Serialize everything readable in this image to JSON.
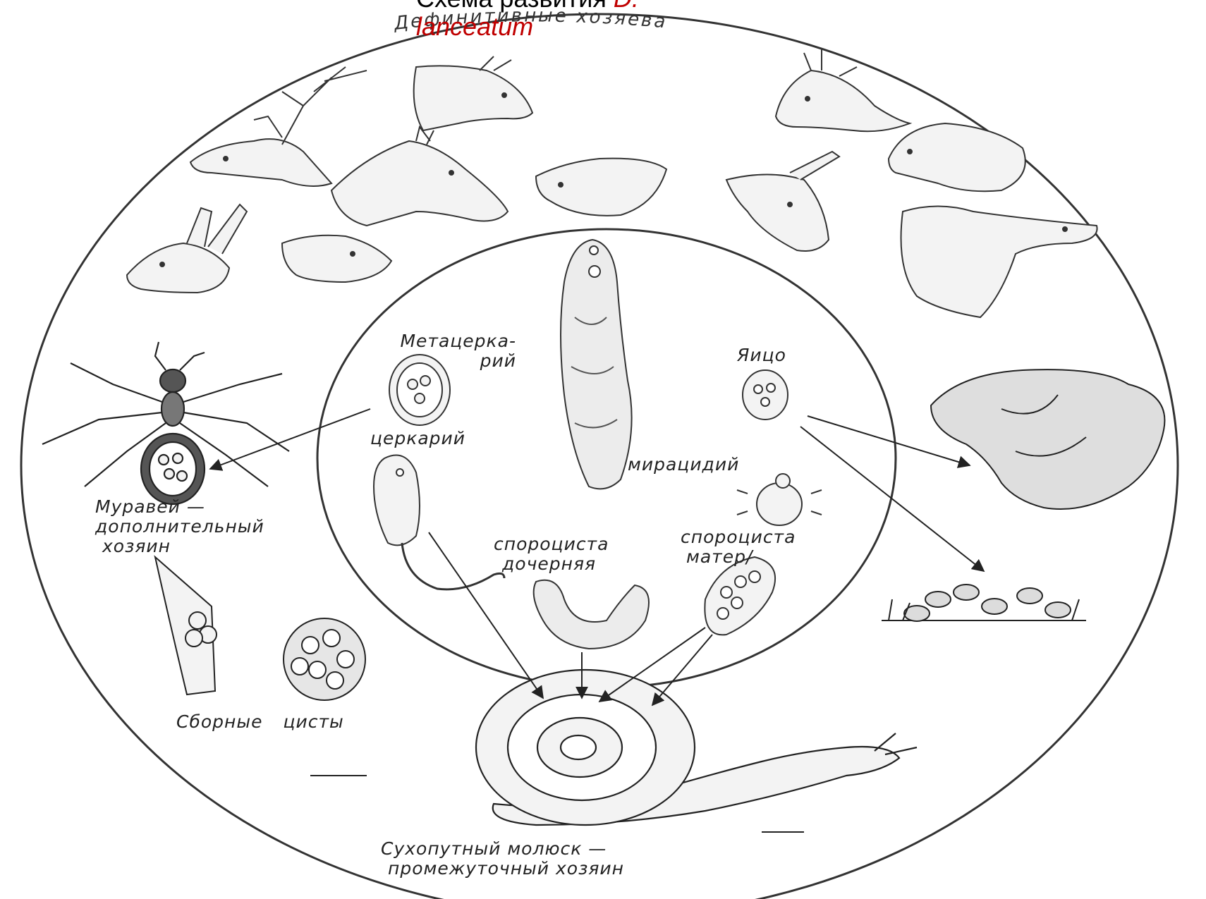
{
  "title": {
    "line1_prefix": "Схема развития ",
    "line1_species": "D.",
    "line2": "lanceatum"
  },
  "outer_ring_label": "Дефинитивные хозяева",
  "stages": {
    "metacercaria": [
      "Метацерка-",
      "рий"
    ],
    "egg": "Яицо",
    "cercaria": "церкарий",
    "miracidium": "мирацидий",
    "sporocyst_daughter": [
      "спороциста",
      "дочерняя"
    ],
    "sporocyst_mother": [
      "спороциста",
      "матер/"
    ]
  },
  "hosts": {
    "ant": [
      "Муравей —",
      "дополнительный",
      "хозяин"
    ],
    "cysts": "Сборные цисты",
    "snail": [
      "Сухопутный молюск —",
      "промежуточный хозяин"
    ]
  },
  "colors": {
    "title_accent": "#c00000",
    "line": "#222222"
  }
}
